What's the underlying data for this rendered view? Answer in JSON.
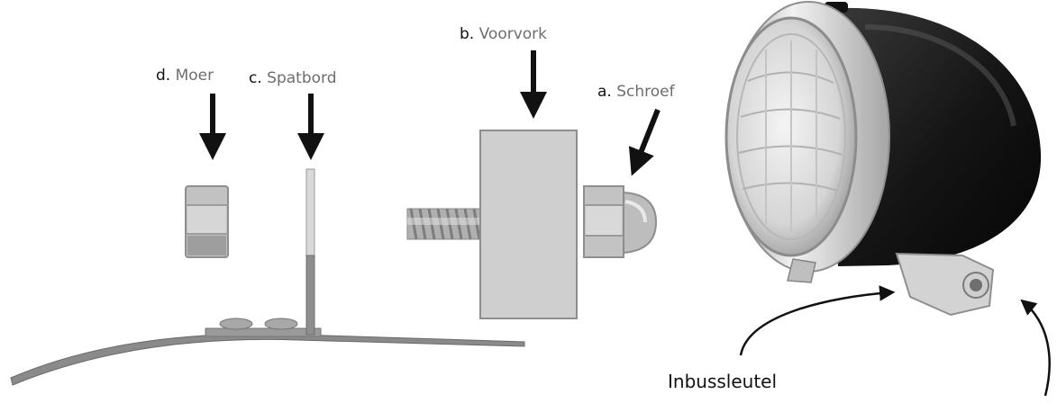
{
  "labels": {
    "moer": {
      "letter": "d.",
      "word": "Moer"
    },
    "spatbord": {
      "letter": "c.",
      "word": "Spatbord"
    },
    "voorvork": {
      "letter": "b.",
      "word": "Voorvork"
    },
    "schroef": {
      "letter": "a.",
      "word": "Schroef"
    },
    "inbussleutel": "Inbussleutel"
  },
  "colors": {
    "arrow": "#111111",
    "part_fill": "#c9c9c9",
    "part_stroke": "#8a8a8a",
    "fender": "#7f7f7f",
    "lamp_body": "#1b1b1b",
    "chrome": "#d8d8d8"
  }
}
